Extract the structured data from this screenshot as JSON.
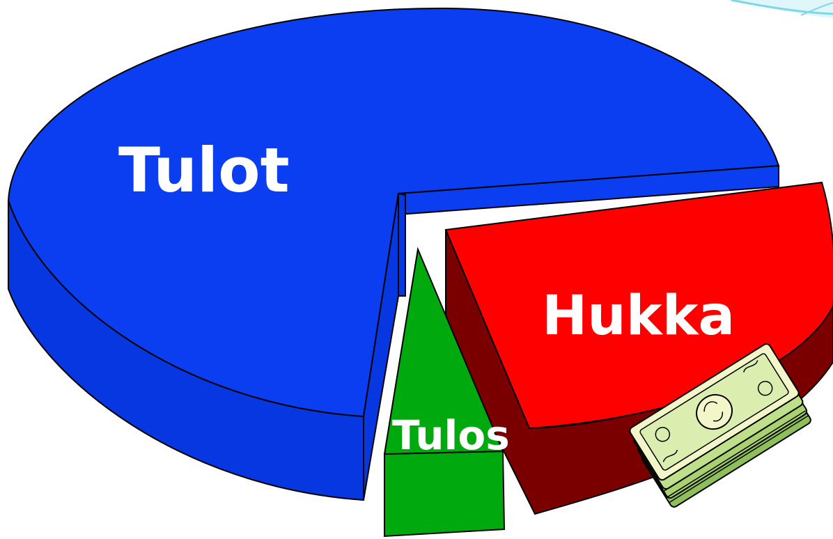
{
  "chart_data": {
    "type": "pie",
    "labels": [
      "Tulot",
      "Hukka",
      "Tulos"
    ],
    "colors": {
      "Tulot": "#0a3ef0",
      "Hukka": "#ff0000",
      "Tulos": "#00a90e"
    },
    "style": "3d-exploded",
    "legend": "none"
  },
  "labels": {
    "tulot": "Tulot",
    "hukka": "Hukka",
    "tulos": "Tulos"
  },
  "icons": {
    "money": "money-stack-icon"
  }
}
